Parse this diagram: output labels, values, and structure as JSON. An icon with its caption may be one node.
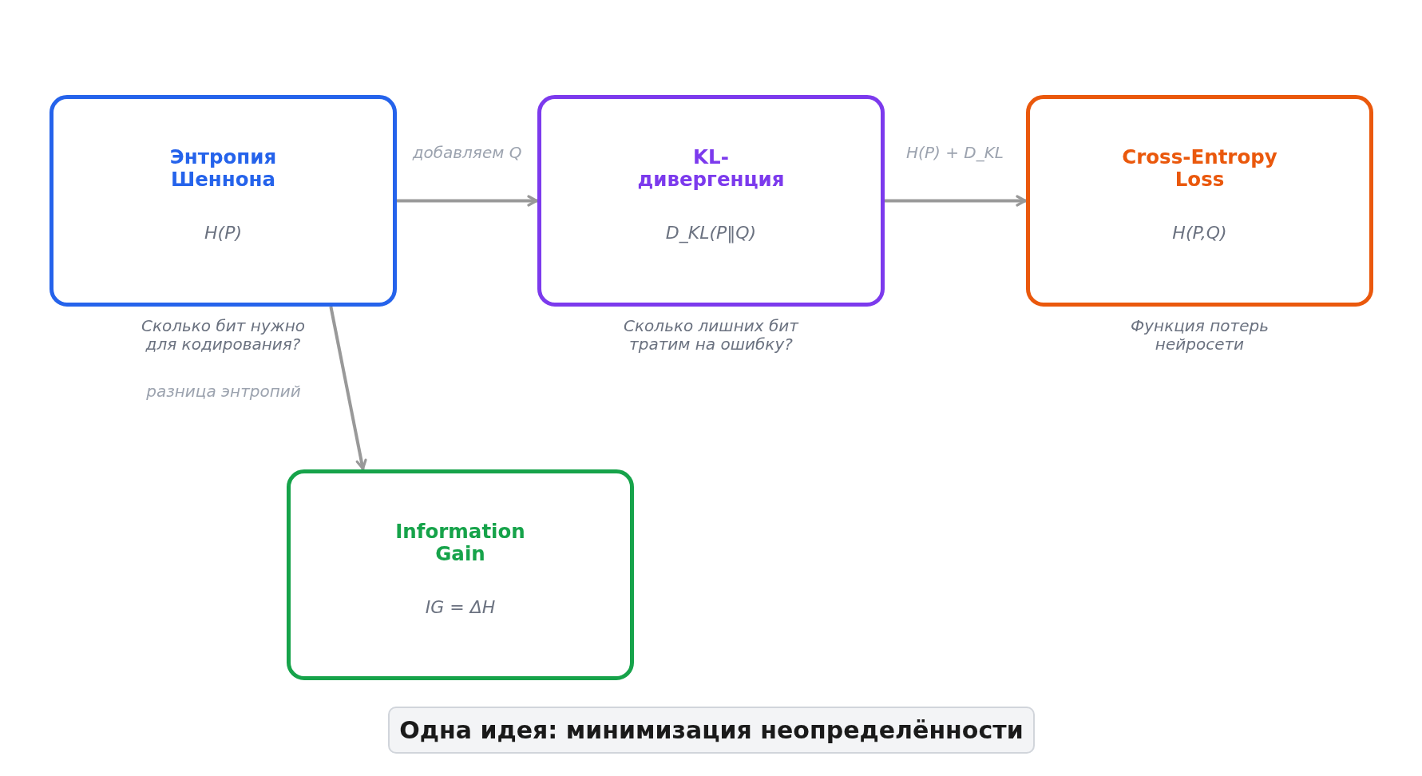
{
  "diagram": {
    "nodes": [
      {
        "text": [
          "Энтропия Шеннона",
          "H(P)"
        ],
        "beside": [
          "Сколько бит нужно для кодирования?"
        ]
      },
      {
        "text": [
          "KL-дивергенция",
          "D_KL(P‖Q)"
        ],
        "beside": [
          "Сколько лишних бит тратим на ошибку?"
        ]
      },
      {
        "text": [
          "Cross-Entropy Loss",
          "H(P,Q)"
        ],
        "beside": [
          "Функция потерь нейросети"
        ]
      },
      {
        "text": [
          "Information Gain",
          "IG = ΔH"
        ]
      },
      {
        "text": [
          "Одна идея: минимизация неопределённости"
        ]
      }
    ],
    "edges": [
      {
        "from": 0,
        "to": 1,
        "arrow": "to",
        "label": "добавляем Q"
      },
      {
        "from": 1,
        "to": 2,
        "arrow": "to",
        "label": "H(P) + D_KL"
      },
      {
        "from": 0,
        "to": 3,
        "arrow": "to",
        "label": "разница энтропий"
      }
    ]
  }
}
